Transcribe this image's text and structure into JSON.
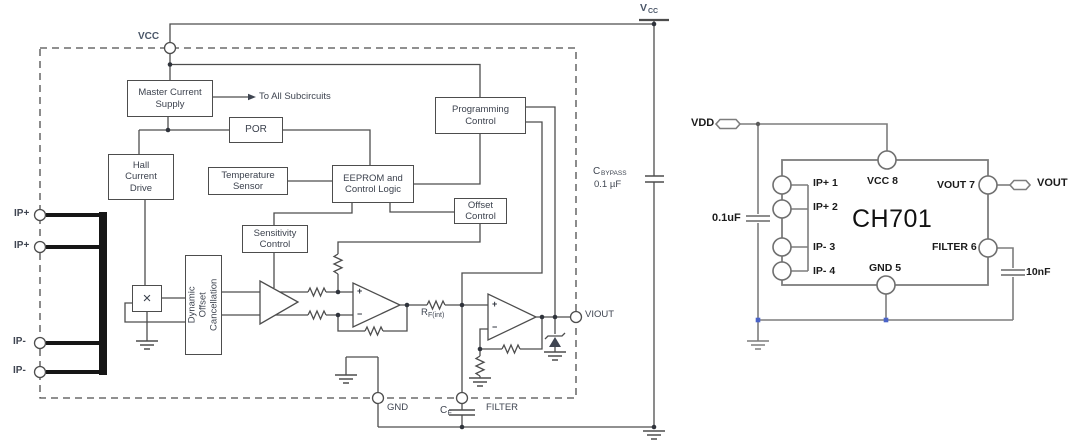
{
  "left_diagram": {
    "terminals": {
      "vcc_rail": {
        "main": "V",
        "sub": "CC"
      },
      "vcc_pin": "VCC",
      "ip_plus_a": "IP+",
      "ip_plus_b": "IP+",
      "ip_minus_a": "IP-",
      "ip_minus_b": "IP-",
      "gnd": "GND",
      "filter": "FILTER",
      "viout": "VIOUT"
    },
    "blocks": {
      "master_current_supply": "Master Current\nSupply",
      "por": "POR",
      "hall_current_drive": "Hall\nCurrent\nDrive",
      "temperature_sensor": "Temperature\nSensor",
      "eeprom_control_logic": "EEPROM and\nControl Logic",
      "programming_control": "Programming\nControl",
      "offset_control": "Offset\nControl",
      "sensitivity_control": "Sensitivity\nControl",
      "dynamic_offset_cancellation": "Dynamic Offset\nCancellation",
      "multiplier": "×"
    },
    "annotations": {
      "to_all_subcircuits": "To All Subcircuits",
      "cbypass": {
        "main": "C",
        "sub": "BYPASS",
        "value": "0.1 µF"
      },
      "rf_int": {
        "main": "R",
        "sub": "F(int)"
      },
      "cf": {
        "main": "C",
        "sub": "F"
      },
      "opamp_plus": "+",
      "opamp_minus": "−"
    }
  },
  "right_circuit": {
    "chip": "CH701",
    "pins": {
      "vcc": "VCC 8",
      "vout": "VOUT 7",
      "filter": "FILTER 6",
      "gnd": "GND 5",
      "ip1": "IP+ 1",
      "ip2": "IP+ 2",
      "ip3": "IP- 3",
      "ip4": "IP- 4"
    },
    "ports": {
      "vdd": "VDD",
      "vout": "VOUT"
    },
    "values": {
      "bypass_cap": "0.1uF",
      "filter_cap": "10nF"
    }
  },
  "colors": {
    "line_dark": "#4d4d4d",
    "line_gray": "#7d7d7d",
    "junction_blue": "#4a63c8",
    "text_dark": "#3f4551"
  }
}
